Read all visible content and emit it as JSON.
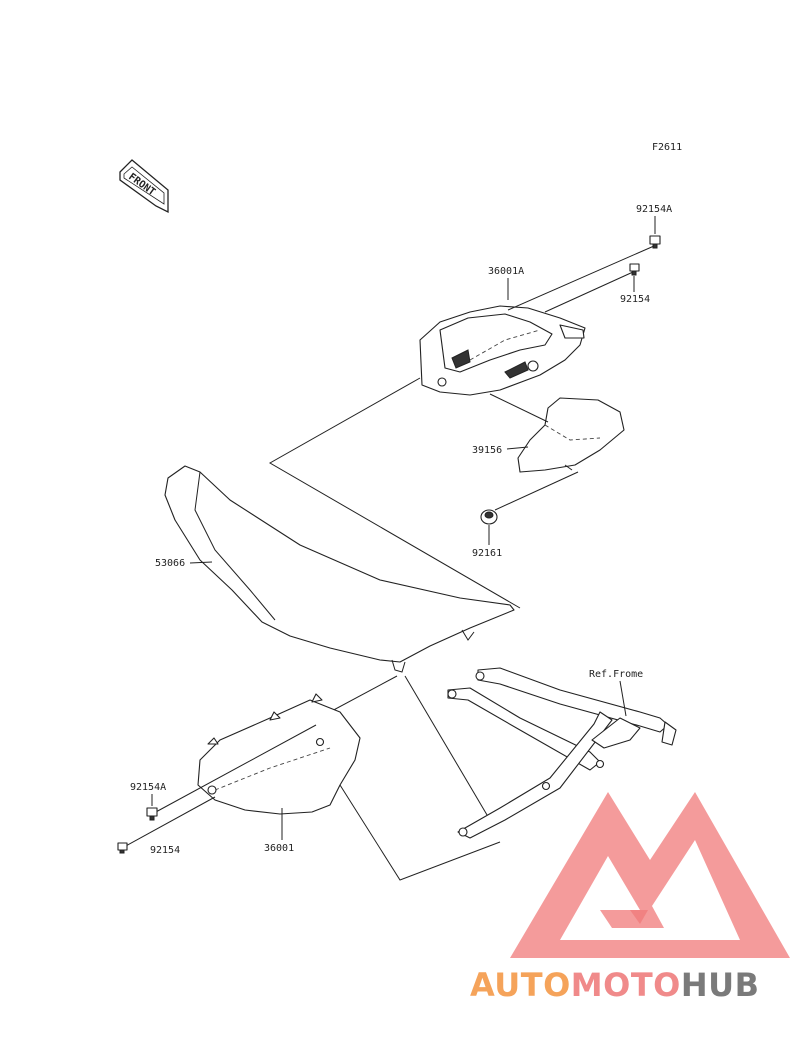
{
  "figure_code": "F2611",
  "front_badge": "FRONT",
  "parts": {
    "bolt_a_top": "92154A",
    "bolt_top": "92154",
    "cover_right": "36001A",
    "pad": "39156",
    "grommet": "92161",
    "seat": "53066",
    "frame_ref": "Ref.Frome",
    "bolt_a_bottom": "92154A",
    "bolt_bottom": "92154",
    "cover_left": "36001"
  },
  "watermark": {
    "part1": "AUTO",
    "part2": "MOTO",
    "part3": "HUB",
    "colors": {
      "orange": "#f5a35a",
      "pink": "#f08a8a",
      "gray": "#7a7a7a",
      "triangle": "#f07a7a"
    }
  }
}
